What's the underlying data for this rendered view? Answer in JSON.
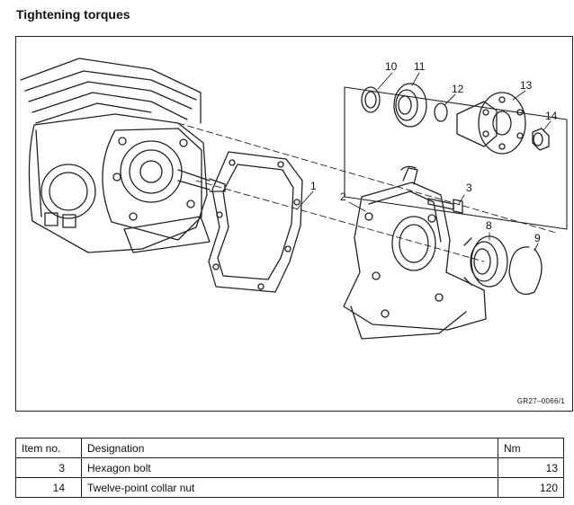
{
  "title": "Tightening torques",
  "figure": {
    "reference": "GR27–0066/1",
    "callouts": [
      "1",
      "2",
      "3",
      "8",
      "9",
      "10",
      "11",
      "12",
      "13",
      "14"
    ]
  },
  "table": {
    "headers": {
      "item": "Item no.",
      "designation": "Designation",
      "nm": "Nm"
    },
    "rows": [
      {
        "item": "3",
        "designation": "Hexagon bolt",
        "nm": "13"
      },
      {
        "item": "14",
        "designation": "Twelve-point collar nut",
        "nm": "120"
      }
    ]
  }
}
